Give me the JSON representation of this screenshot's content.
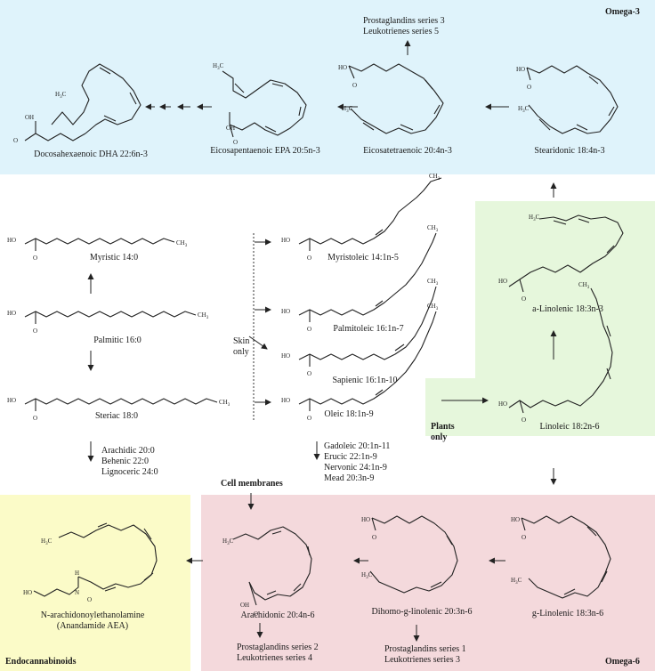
{
  "regions": {
    "omega3": "Omega-3",
    "omega6": "Omega-6",
    "plants": "Plants\nonly",
    "endocannabinoids": "Endocannabinoids",
    "cell_membranes": "Cell membranes",
    "skin_only": "Skin\nonly"
  },
  "compounds": {
    "dha": "Docosahexaenoic DHA 22:6n-3",
    "epa": "Eicosapentaenoic EPA 20:5n-3",
    "eicosatetraenoic": "Eicosatetraenoic 20:4n-3",
    "stearidonic": "Stearidonic 18:4n-3",
    "myristic": "Myristic 14:0",
    "palmitic": "Palmitic 16:0",
    "steriac": "Steriac 18:0",
    "myristoleic": "Myristoleic 14:1n-5",
    "palmitoleic": "Palmitoleic 16:1n-7",
    "sapienic": "Sapienic 16:1n-10",
    "oleic": "Oleic 18:1n-9",
    "a_linolenic": "a-Linolenic 18:3n-3",
    "linoleic": "Linoleic 18:2n-6",
    "g_linolenic": "g-Linolenic 18:3n-6",
    "dihomo": "Dihomo-g-linolenic 20:3n-6",
    "arachidonic": "Arachidonic 20:4n-6",
    "anandamide": "N-arachidonoylethanolamine\n(Anandamide AEA)"
  },
  "lists": {
    "saturated_long": "Arachidic 20:0\nBehenic 22:0\nLignoceric 24:0",
    "monounsat_long": "Gadoleic 20:1n-11\nErucic 22:1n-9\nNervonic 24:1n-9\nMead 20:3n-9"
  },
  "products": {
    "from_eicosatetraenoic": "Prostaglandins series 3\nLeukotrienes series 5",
    "from_arachidonic": "Prostaglandins series 2\nLeukotrienes series 4",
    "from_dihomo": "Prostaglandins series 1\nLeukotrienes series 3"
  },
  "atoms": {
    "oh": "OH",
    "o": "O",
    "ho": "HO",
    "ch3": "CH3",
    "h3c": "H3C",
    "h": "H",
    "n": "N"
  },
  "colors": {
    "omega3_bg": "#dff3fb",
    "plants_bg": "#e6f7dc",
    "omega6_bg": "#f4d9dc",
    "endo_bg": "#fbfbc8"
  }
}
